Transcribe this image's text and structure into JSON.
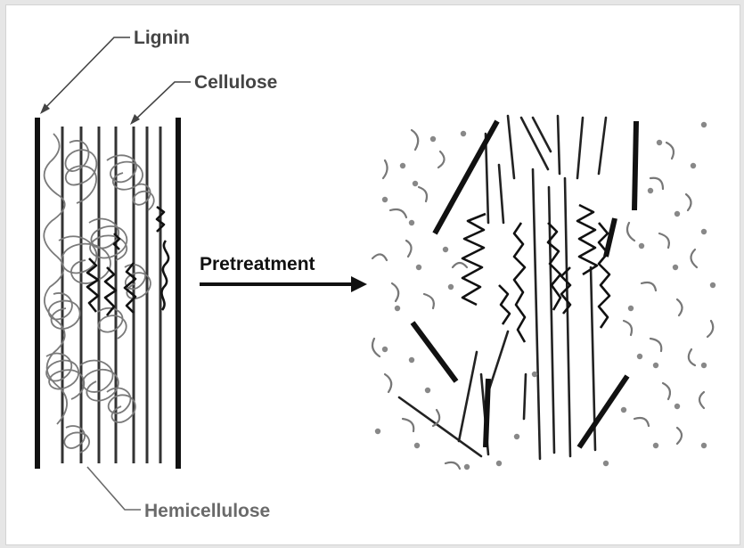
{
  "labels": {
    "lignin": "Lignin",
    "cellulose": "Cellulose",
    "hemicellulose": "Hemicellulose",
    "pretreatment": "Pretreatment"
  },
  "colors": {
    "background": "#e6e6e6",
    "panel": "#ffffff",
    "ink": "#111111",
    "cellulose_ink": "#333333",
    "hemicellulose_ink": "#7a7a7a",
    "label_dark": "#444444",
    "label_hemicellulose": "#6a6a6a"
  }
}
